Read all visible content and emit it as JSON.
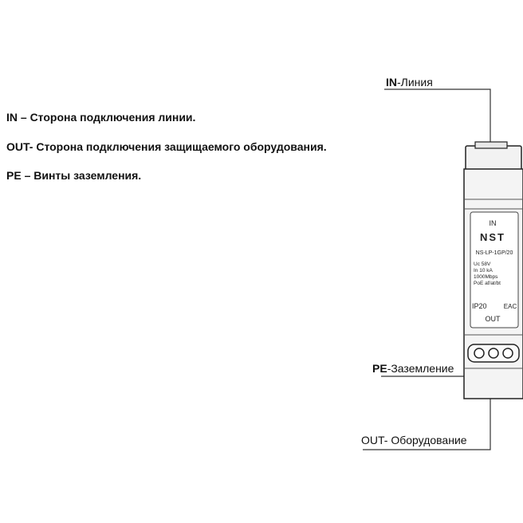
{
  "legend": {
    "line1": "IN – Сторона подключения линии.",
    "line2": "OUT- Сторона подключения защищаемого оборудования.",
    "line3": "PE – Винты заземления."
  },
  "callouts": {
    "in_bold": "IN",
    "in_text": "-Линия",
    "pe_bold": "PE",
    "pe_text": "-Заземление",
    "out_text": "OUT- Оборудование"
  },
  "device": {
    "in_label": "IN",
    "brand": "NST",
    "model": "NS-LP-1GP/20",
    "spec1": "Uc 58V",
    "spec2": "In 10 kA",
    "spec3": "1000Mbps",
    "spec4": "PoE af/at/bt",
    "ip_rating": "IP20",
    "mark": "EAC",
    "out_label": "OUT"
  }
}
